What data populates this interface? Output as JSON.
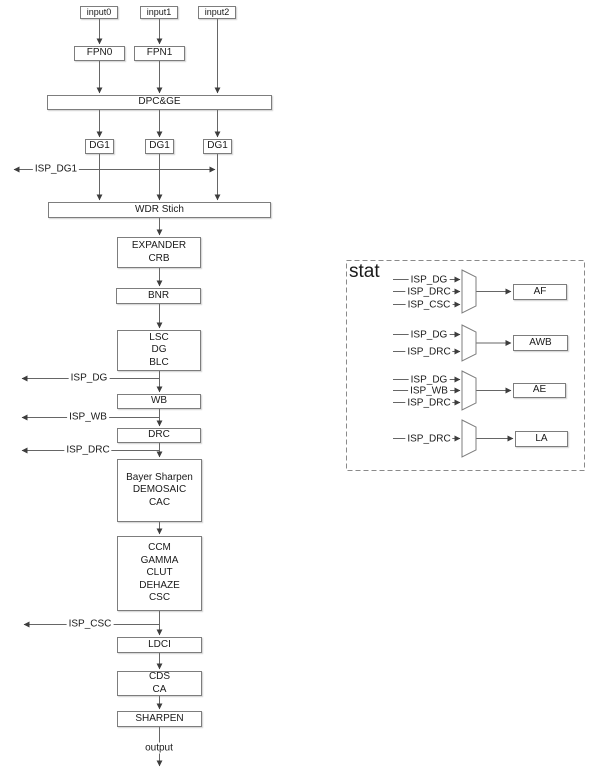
{
  "pipeline": {
    "inputs": [
      "input0",
      "input1",
      "input2"
    ],
    "fpn0": "FPN0",
    "fpn1": "FPN1",
    "dpc_ge": "DPC&GE",
    "dg1": "DG1",
    "isp_dg1": "ISP_DG1",
    "wdr": "WDR Stich",
    "expander": "EXPANDER\nCRB",
    "bnr": "BNR",
    "lsc": "LSC\nDG\nBLC",
    "wb": "WB",
    "drc": "DRC",
    "bayer": "Bayer Sharpen\nDEMOSAIC\nCAC",
    "ccm": "CCM\nGAMMA\nCLUT\nDEHAZE\nCSC",
    "ldci": "LDCI",
    "cds": "CDS\nCA",
    "sharpen": "SHARPEN",
    "output_label": "output"
  },
  "taps": {
    "dg": "ISP_DG",
    "wb": "ISP_WB",
    "drc": "ISP_DRC",
    "csc": "ISP_CSC"
  },
  "stat": {
    "title": "stat",
    "groups": [
      {
        "inputs": [
          "ISP_DG",
          "ISP_DRC",
          "ISP_CSC"
        ],
        "output": "AF"
      },
      {
        "inputs": [
          "ISP_DG",
          "ISP_DRC"
        ],
        "output": "AWB"
      },
      {
        "inputs": [
          "ISP_DG",
          "ISP_WB",
          "ISP_DRC"
        ],
        "output": "AE"
      },
      {
        "inputs": [
          "ISP_DRC"
        ],
        "output": "LA"
      }
    ]
  },
  "colors": {
    "line": "#666666",
    "border": "#7d7d7d",
    "arrow": "#3d3d3d",
    "background": "#ffffff"
  }
}
